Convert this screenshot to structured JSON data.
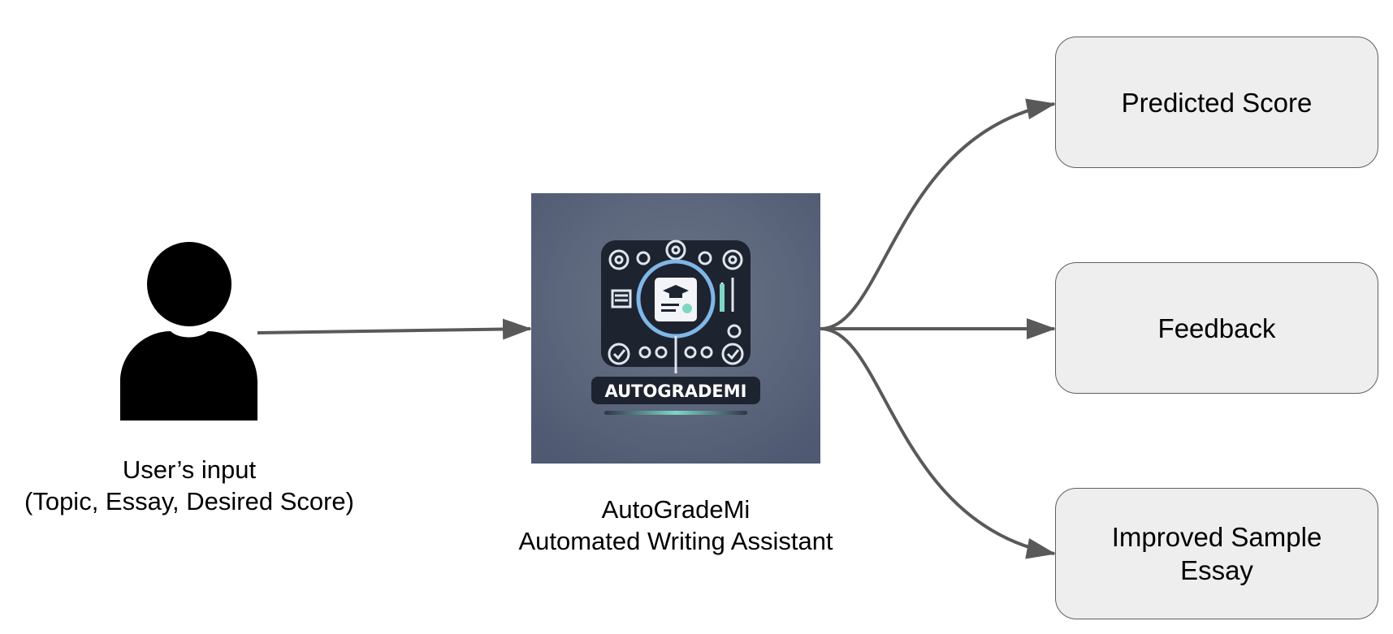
{
  "user": {
    "label_line1": "User’s input",
    "label_line2": "(Topic, Essay, Desired Score)"
  },
  "system": {
    "logo_text": "AUTOGRADEMI",
    "name": "AutoGradeMi",
    "description": "Automated Writing Assistant"
  },
  "outputs": [
    {
      "label": "Predicted Score"
    },
    {
      "label": "Feedback"
    },
    {
      "label": "Improved Sample\nEssay"
    }
  ],
  "colors": {
    "arrow": "#595959",
    "box_fill": "#eeeeee",
    "box_border": "#5f5f5f",
    "logo_bg": "#56627a",
    "logo_accent": "#7fd6c4"
  }
}
